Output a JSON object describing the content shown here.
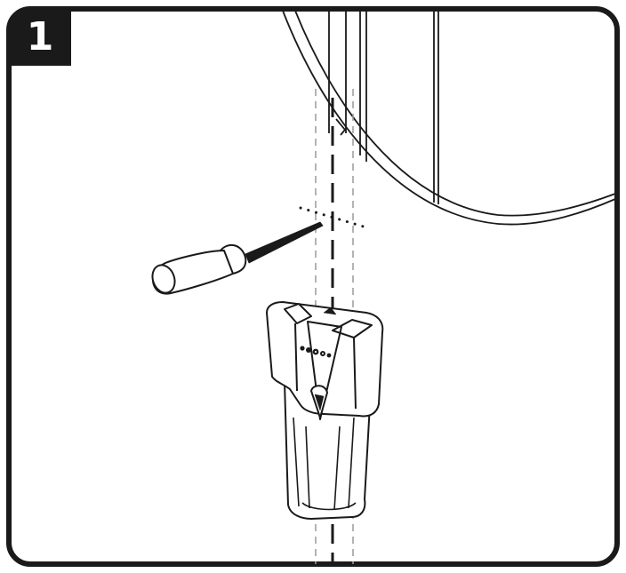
{
  "step": {
    "number": "1"
  },
  "colors": {
    "ink": "#1a1a1a",
    "guide": "#9a9a9a",
    "background": "#ffffff"
  },
  "icons": {
    "tool_a": "stud-finder-icon",
    "tool_b": "screwdriver-icon",
    "marker": "wall-stud-center-line",
    "object": "mirror-frame"
  }
}
